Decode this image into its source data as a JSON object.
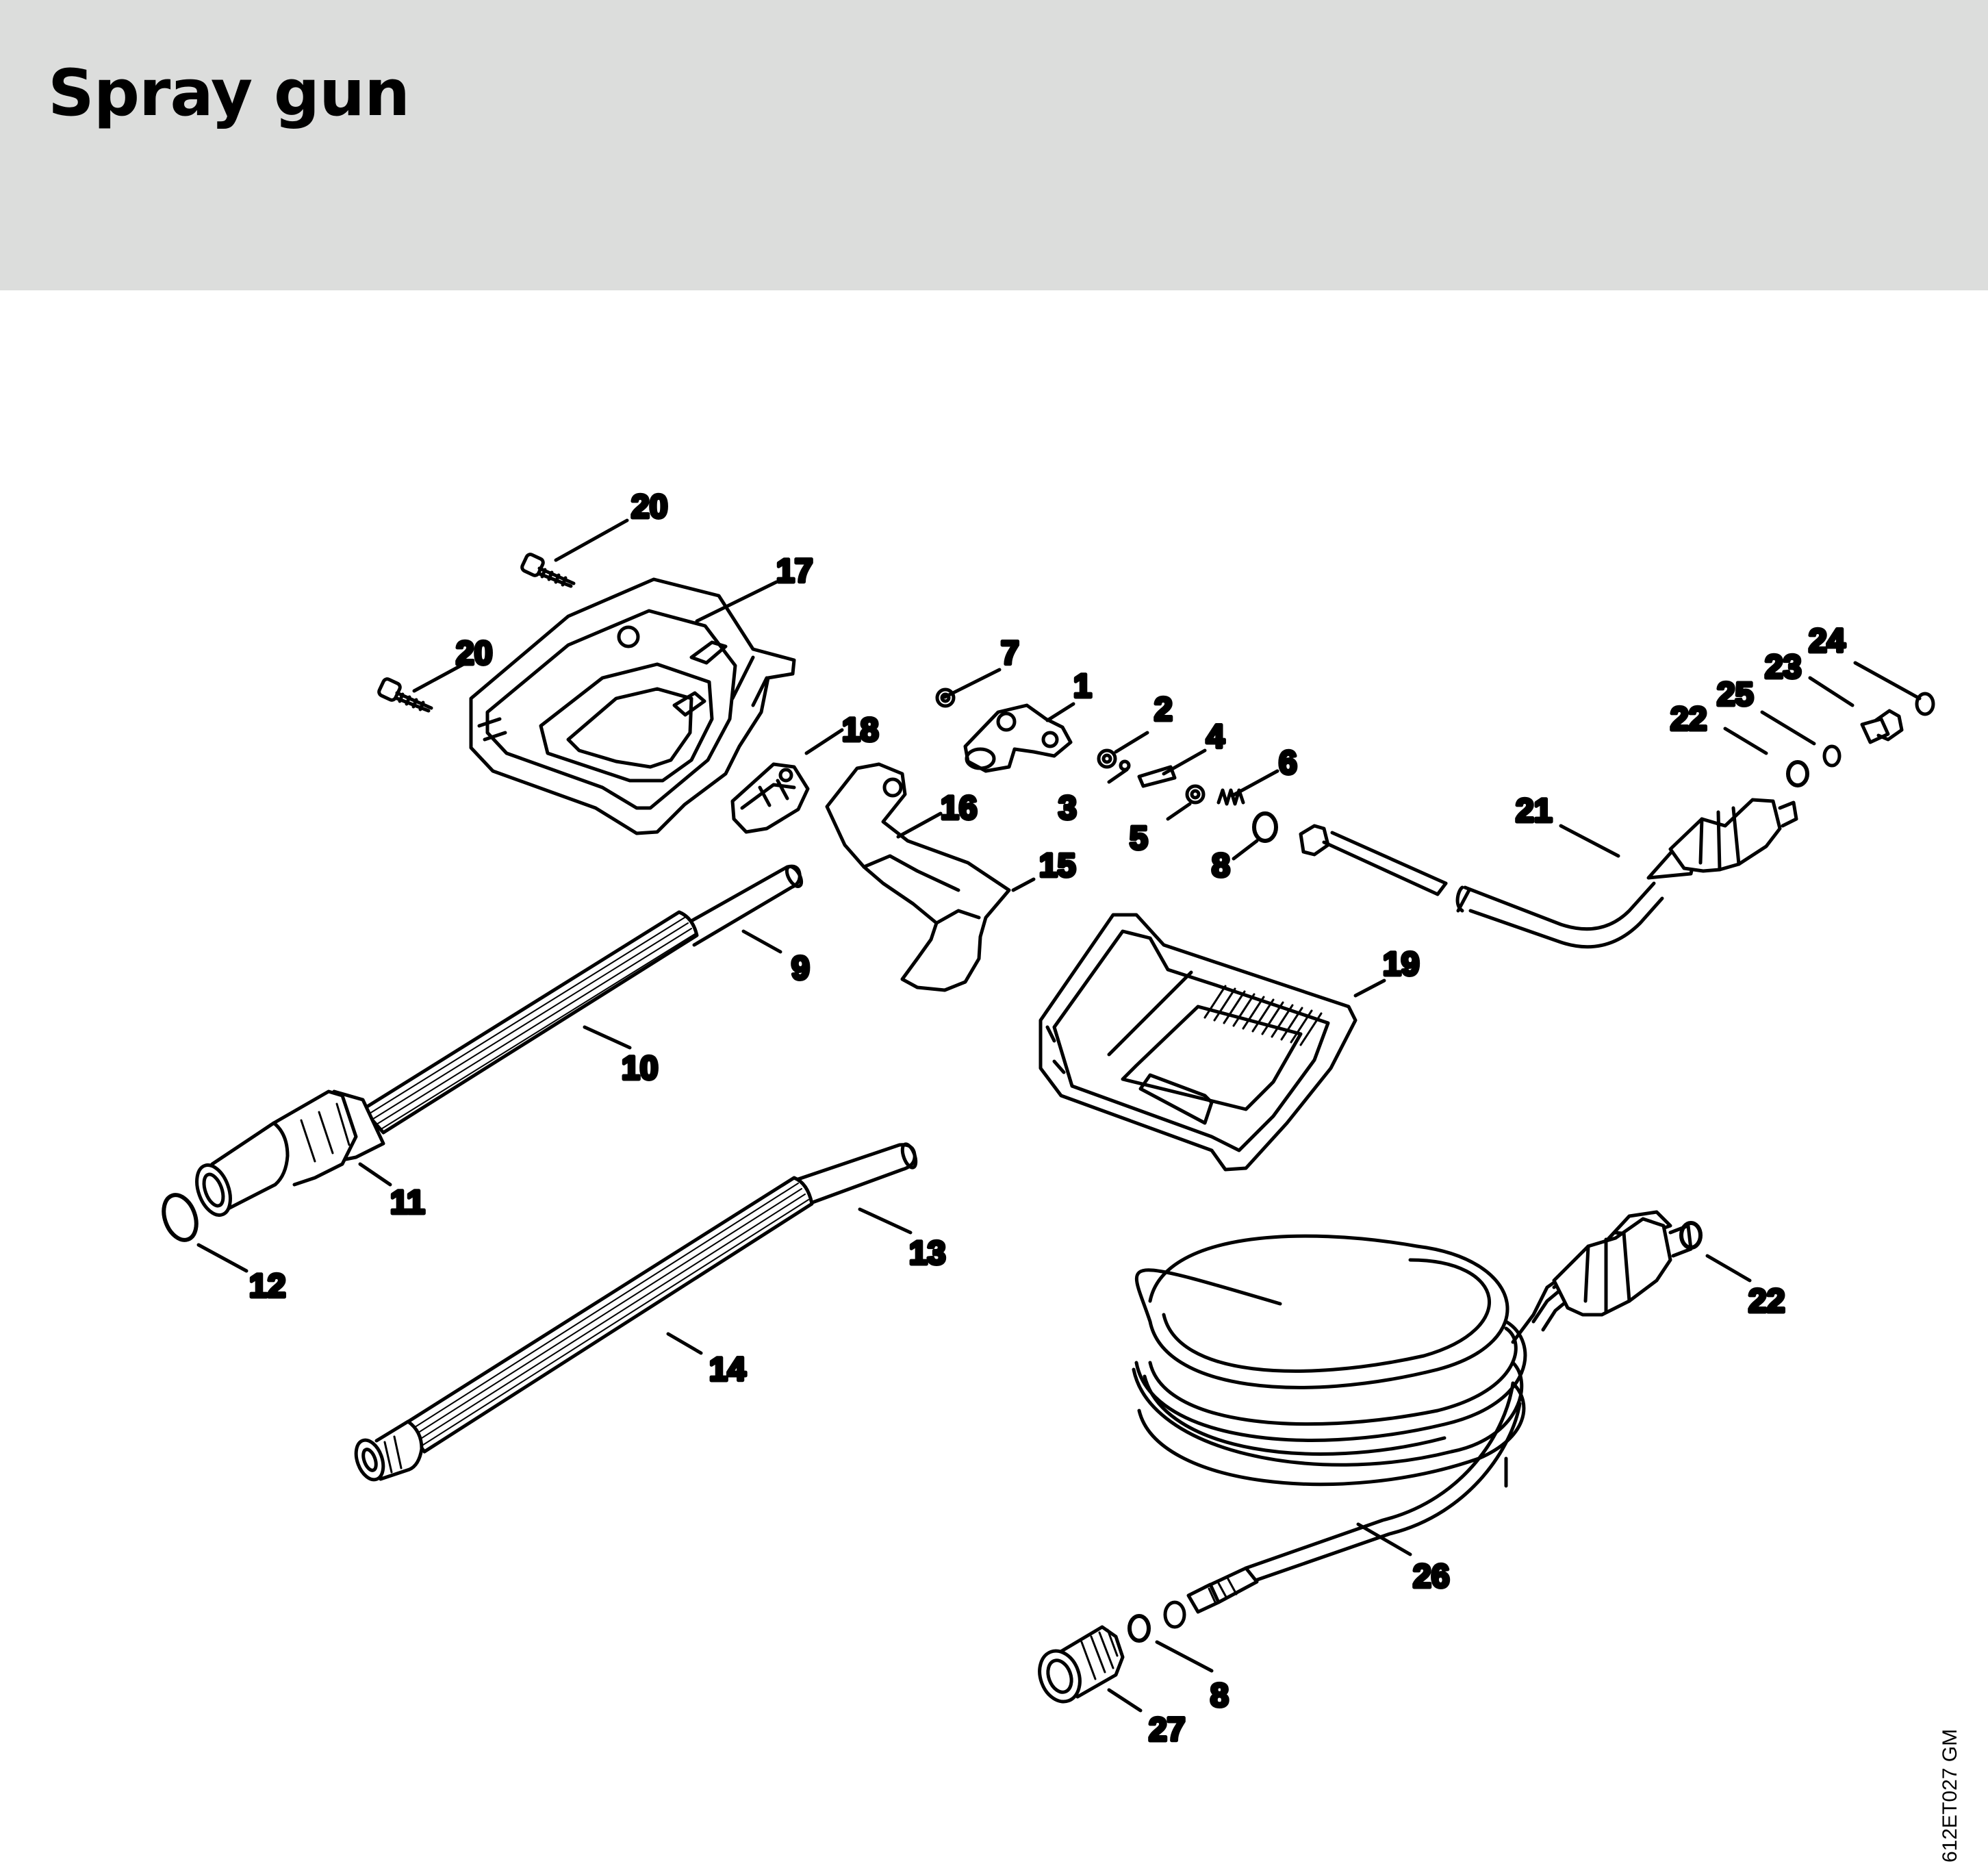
{
  "header": {
    "title": "Spray gun"
  },
  "diagram": {
    "code": "612ET027 GM",
    "callouts": {
      "p1": "1",
      "p2": "2",
      "p3": "3",
      "p4": "4",
      "p5": "5",
      "p6": "6",
      "p7": "7",
      "p8a": "8",
      "p8b": "8",
      "p9": "9",
      "p10": "10",
      "p11": "11",
      "p12": "12",
      "p13": "13",
      "p14": "14",
      "p15": "15",
      "p16": "16",
      "p17": "17",
      "p18": "18",
      "p19": "19",
      "p20a": "20",
      "p20b": "20",
      "p21": "21",
      "p22a": "22",
      "p22b": "22",
      "p23": "23",
      "p24": "24",
      "p25": "25",
      "p26": "26",
      "p27": "27"
    }
  }
}
